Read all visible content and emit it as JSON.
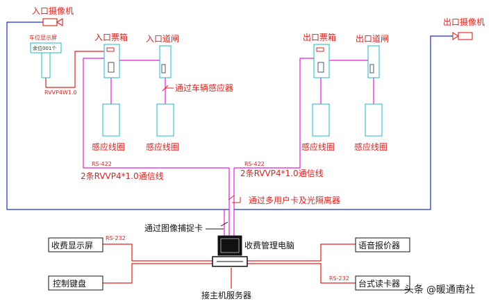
{
  "colors": {
    "wire_blue": "#1d2bd6",
    "wire_magenta": "#e01fd6",
    "wire_red": "#e0201c",
    "device_cyan": "#1bb8c2",
    "text_red": "#e0201c"
  },
  "cameras": {
    "entry": "入口摄像机",
    "exit": "出口摄像机"
  },
  "entry": {
    "display_title": "车位显示屏",
    "display_text": "余位001个",
    "cable": "RVVP4W1.0",
    "ticket_box": "入口票箱",
    "barrier": "入口道闸",
    "vehicle_sensor_label": "通过车辆感应器",
    "loop1": "感应线圈",
    "loop2": "感应线圈"
  },
  "exit": {
    "ticket_box": "出口票箱",
    "barrier": "出口道闸",
    "loop1": "感应线圈",
    "loop2": "感应线圈"
  },
  "bus": {
    "rs422_left": "RS-422",
    "rs422_right": "RS-422",
    "cable_left": "2条RVVP4*1.0通信线",
    "cable_right": "2条RVVP4*1.0通信线",
    "isolator_label": "通过多用户卡及光隔离器",
    "capture_label": "通过图像捕捉卡"
  },
  "pc": {
    "label": "收费管理电脑",
    "server": "接主机服务器"
  },
  "peripherals": {
    "fee_display": "收费显示屏",
    "fee_display_port": "RS-232",
    "keyboard": "控制键盘",
    "voice": "语音报价器",
    "reader": "台式读卡器",
    "reader_port": "RS-232"
  },
  "watermark": {
    "platform": "头条",
    "handle": "@暖通南社"
  }
}
